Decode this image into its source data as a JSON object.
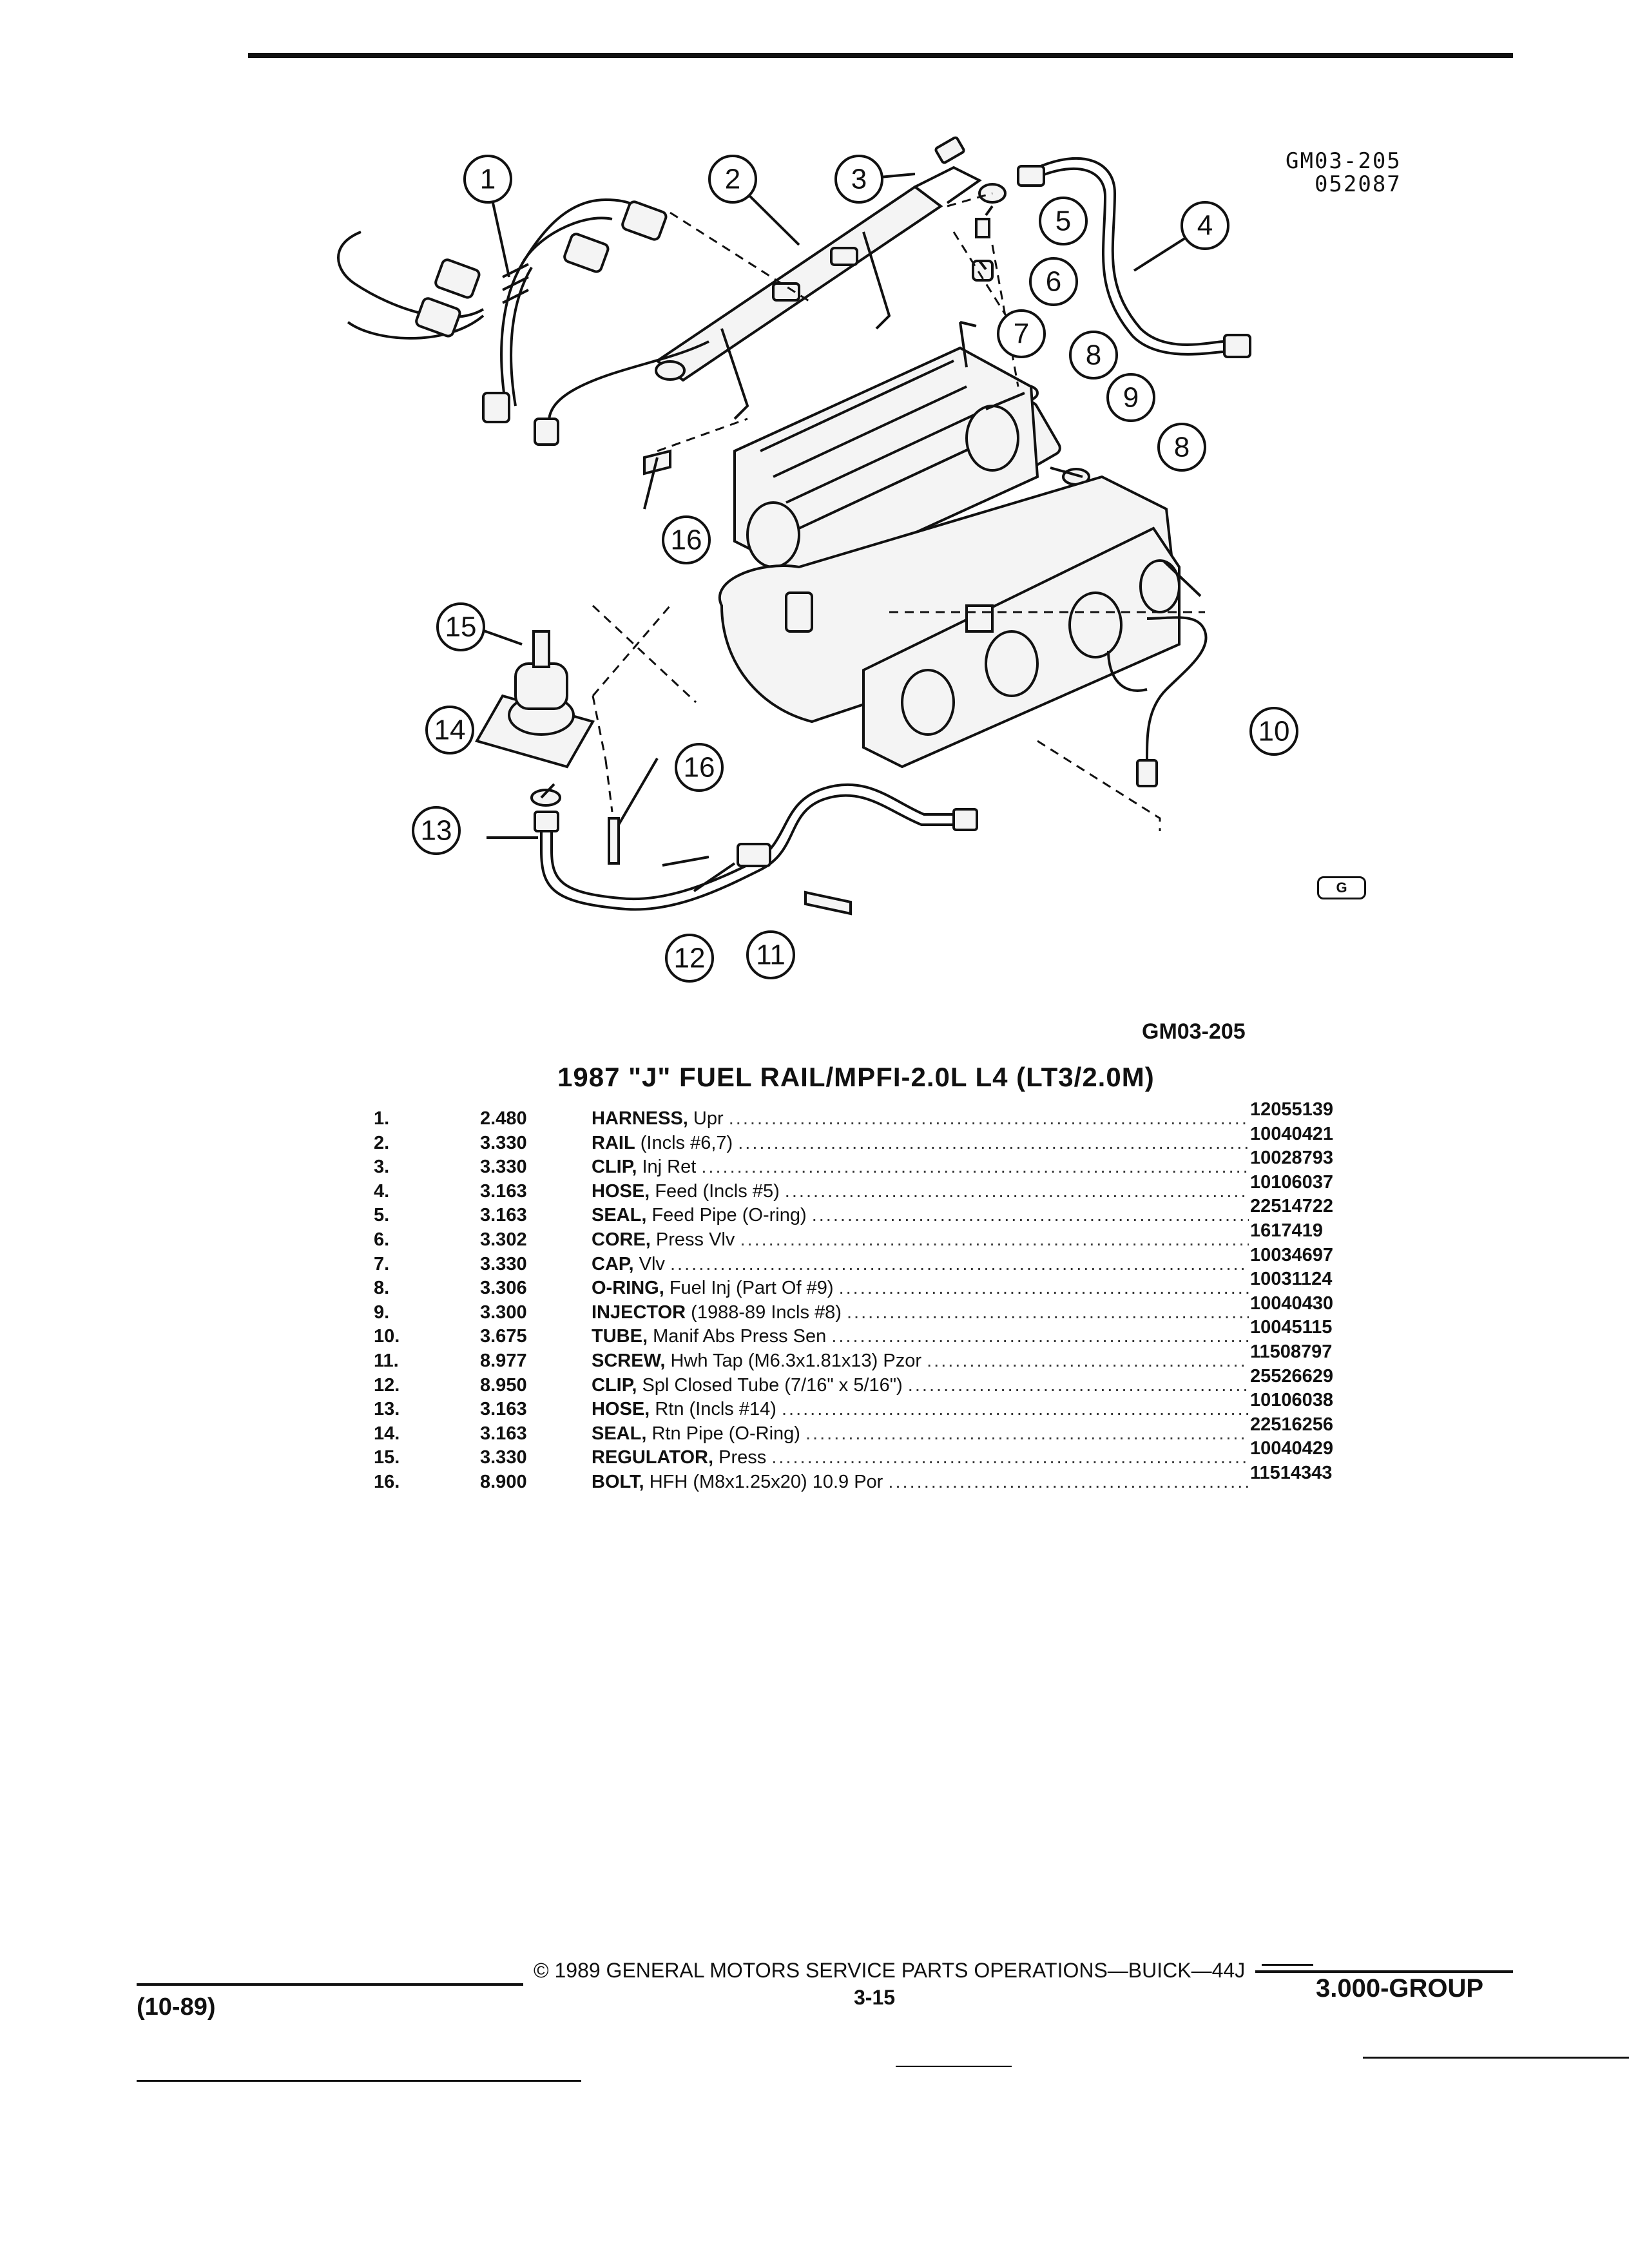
{
  "figure": {
    "id_code": "GM03-205",
    "id_date": "052087",
    "caption": "GM03-205",
    "callouts": [
      "1",
      "2",
      "3",
      "4",
      "5",
      "6",
      "7",
      "8",
      "9",
      "8",
      "10",
      "11",
      "12",
      "13",
      "14",
      "15",
      "16",
      "16"
    ],
    "logo_mark": "G"
  },
  "table": {
    "title": "1987 \"J\" FUEL RAIL/MPFI-2.0L L4 (LT3/2.0M)",
    "rows": [
      {
        "num": "1.",
        "group": "2.480",
        "name": "HARNESS,",
        "detail": "Upr",
        "part": "12055139"
      },
      {
        "num": "2.",
        "group": "3.330",
        "name": "RAIL",
        "detail": "(Incls #6,7)",
        "part": "10040421"
      },
      {
        "num": "3.",
        "group": "3.330",
        "name": "CLIP,",
        "detail": "Inj Ret",
        "part": "10028793"
      },
      {
        "num": "4.",
        "group": "3.163",
        "name": "HOSE,",
        "detail": "Feed (Incls #5)",
        "part": "10106037"
      },
      {
        "num": "5.",
        "group": "3.163",
        "name": "SEAL,",
        "detail": "Feed Pipe (O-ring)",
        "part": "22514722"
      },
      {
        "num": "6.",
        "group": "3.302",
        "name": "CORE,",
        "detail": "Press Vlv",
        "part": "1617419"
      },
      {
        "num": "7.",
        "group": "3.330",
        "name": "CAP,",
        "detail": "Vlv",
        "part": "10034697"
      },
      {
        "num": "8.",
        "group": "3.306",
        "name": "O-RING,",
        "detail": "Fuel Inj (Part Of #9)",
        "part": "10031124"
      },
      {
        "num": "9.",
        "group": "3.300",
        "name": "INJECTOR",
        "detail": "(1988-89 Incls #8)",
        "part": "10040430"
      },
      {
        "num": "10.",
        "group": "3.675",
        "name": "TUBE,",
        "detail": "Manif Abs Press Sen",
        "part": "10045115"
      },
      {
        "num": "11.",
        "group": "8.977",
        "name": "SCREW,",
        "detail": "Hwh Tap (M6.3x1.81x13) Pzor",
        "part": "11508797"
      },
      {
        "num": "12.",
        "group": "8.950",
        "name": "CLIP,",
        "detail": "Spl Closed Tube (7/16\" x 5/16\")",
        "part": "25526629"
      },
      {
        "num": "13.",
        "group": "3.163",
        "name": "HOSE,",
        "detail": "Rtn (Incls #14)",
        "part": "10106038"
      },
      {
        "num": "14.",
        "group": "3.163",
        "name": "SEAL,",
        "detail": "Rtn Pipe (O-Ring)",
        "part": "22516256"
      },
      {
        "num": "15.",
        "group": "3.330",
        "name": "REGULATOR,",
        "detail": "Press",
        "part": "10040429"
      },
      {
        "num": "16.",
        "group": "8.900",
        "name": "BOLT,",
        "detail": "HFH (M8x1.25x20) 10.9 Por",
        "part": "11514343"
      }
    ]
  },
  "footer": {
    "copyright": "© 1989 GENERAL MOTORS SERVICE PARTS OPERATIONS—BUICK—44J",
    "page": "3-15",
    "date_code": "(10-89)",
    "group": "3.000-GROUP"
  }
}
